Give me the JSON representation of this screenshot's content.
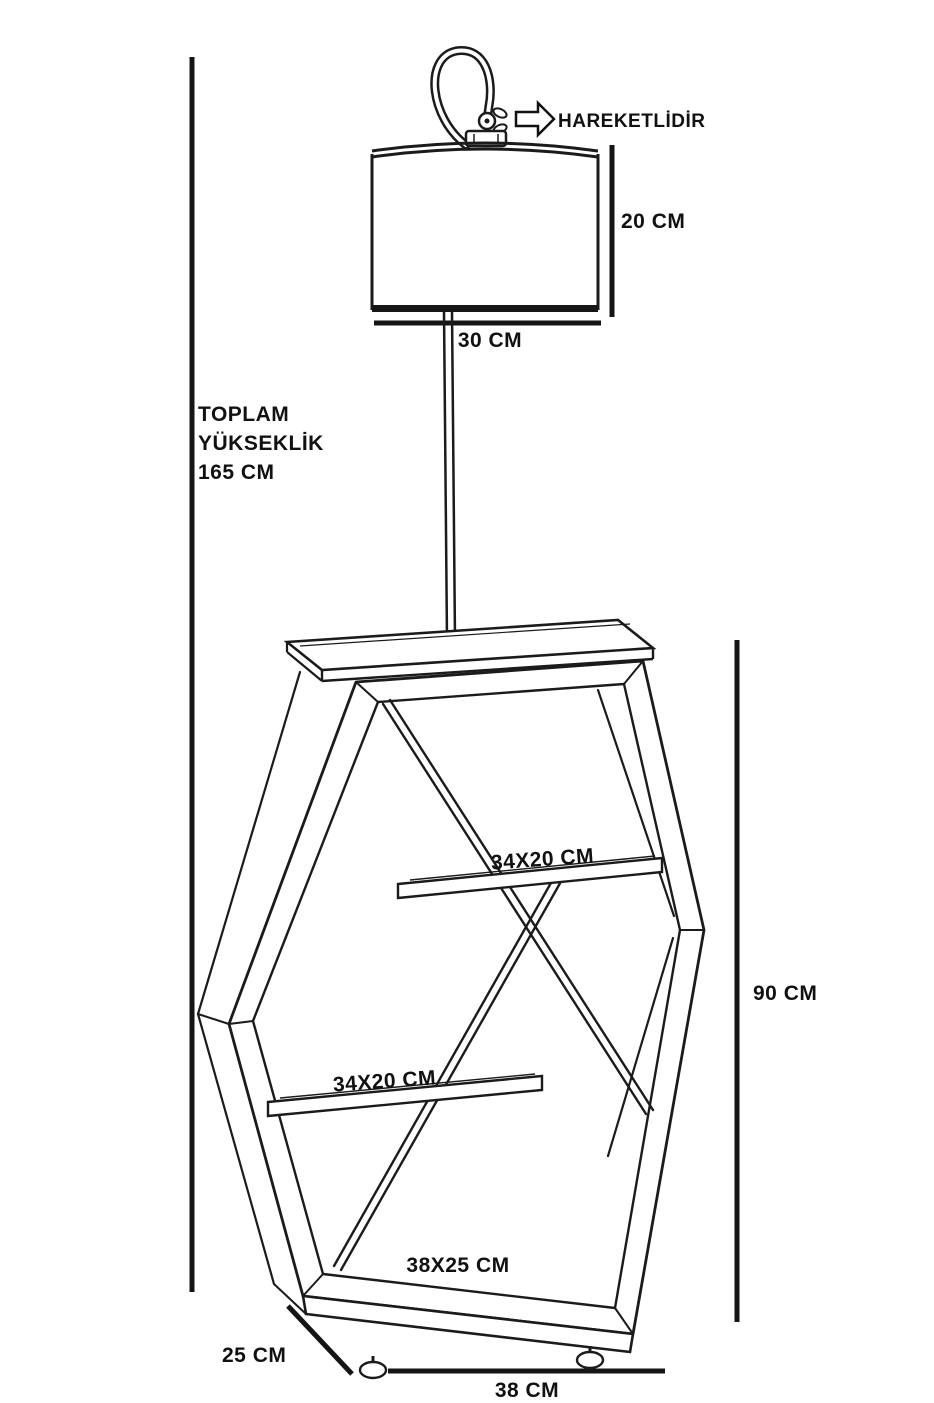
{
  "title": "Floor lamp with hexagonal shelf unit - dimension drawing",
  "labels": {
    "total_height_line1": "TOPLAM",
    "total_height_line2": "YÜKSEKLİK",
    "total_height_line3": "165 CM",
    "movable": "HAREKETLİDİR",
    "shade_height": "20 CM",
    "shade_diameter": "30 CM",
    "upper_shelf": "34X20 CM",
    "middle_shelf": "34X20 CM",
    "base_shelf": "38X25 CM",
    "frame_height": "90 CM",
    "base_depth": "25 CM",
    "base_width": "38 CM"
  },
  "dimensions": {
    "total_height_cm": 165,
    "shade_height_cm": 20,
    "shade_diameter_cm": 30,
    "upper_shelf_cm": "34x20",
    "middle_shelf_cm": "34x20",
    "base_shelf_cm": "38x25",
    "frame_height_cm": 90,
    "base_depth_cm": 25,
    "base_width_cm": 38
  },
  "colors": {
    "line": "#1b1b1b",
    "text": "#111111",
    "background": "#ffffff"
  }
}
